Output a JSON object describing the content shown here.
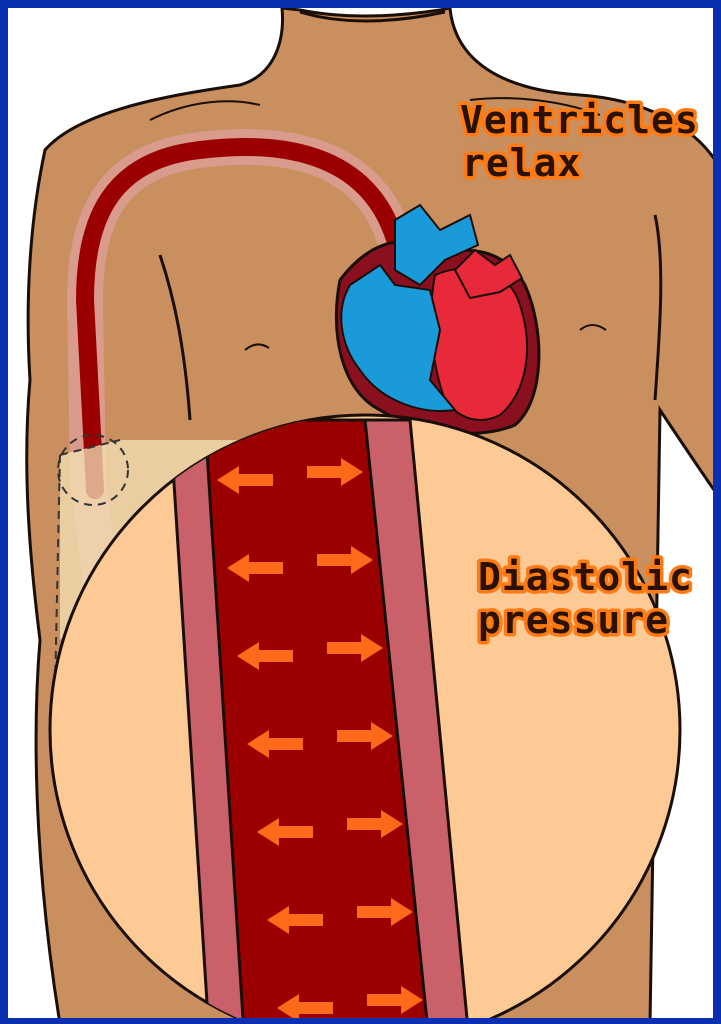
{
  "labels": {
    "ventricles_line1": "Ventricles",
    "ventricles_line2": "relax",
    "diastolic_line1": "Diastolic",
    "diastolic_line2": "pressure"
  },
  "colors": {
    "frame": "#0a2fb0",
    "background": "#ffffff",
    "skin": "#c98f5e",
    "skin_outline": "#1a0f08",
    "magnifier": "#fdca96",
    "artery_lumen": "#9b0000",
    "artery_wall": "#c9606a",
    "heart_red": "#e8293a",
    "heart_blue": "#1a9ad8",
    "heart_dark": "#8a1020",
    "arrow": "#ff6a1a",
    "label_outline": "#ff7a12",
    "label_text": "#2a1200"
  },
  "illustration": {
    "icons": [
      "torso",
      "heart-icon",
      "artery-tube",
      "magnifier-circle",
      "outward-pressure-arrows"
    ],
    "arrow_rows": 7
  }
}
